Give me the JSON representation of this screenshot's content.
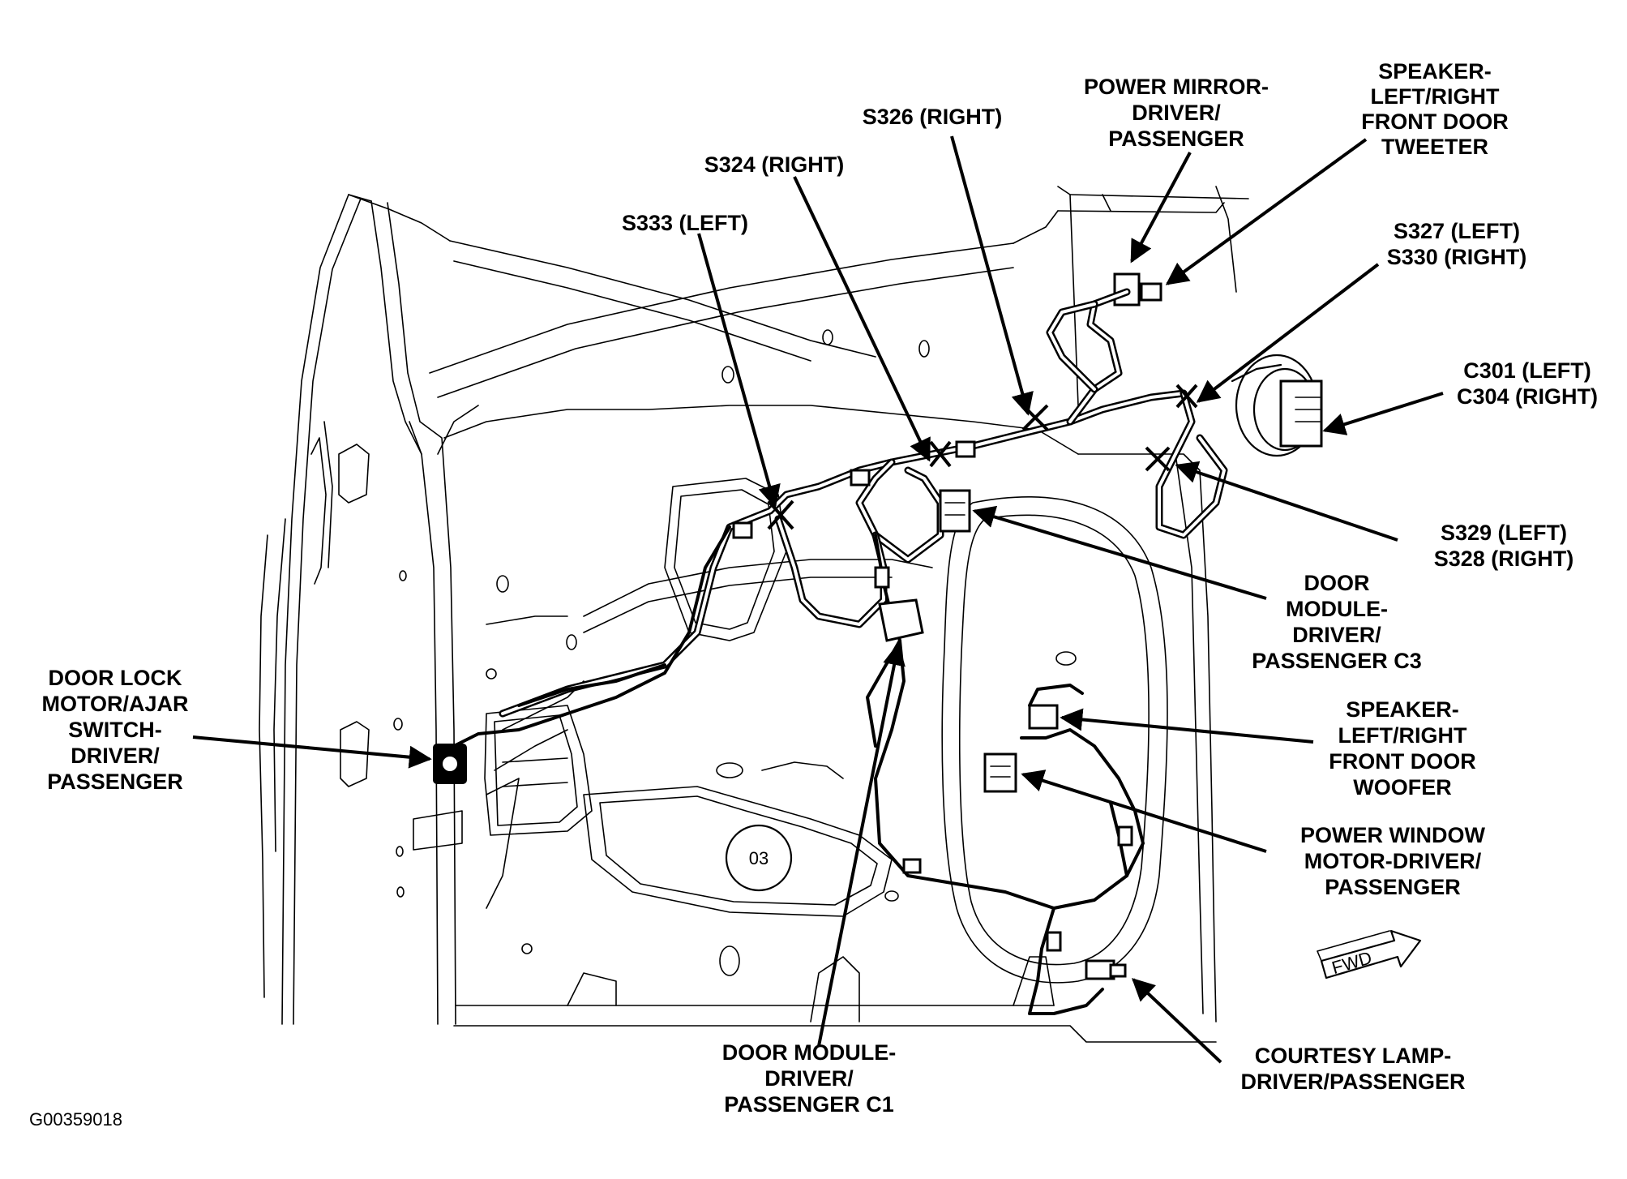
{
  "labels": {
    "s326_right": "S326 (RIGHT)",
    "s324_right": "S324 (RIGHT)",
    "s333_left": "S333 (LEFT)",
    "power_mirror": [
      "POWER MIRROR-",
      "DRIVER/",
      "PASSENGER"
    ],
    "speaker_tweeter": [
      "SPEAKER-",
      "LEFT/RIGHT",
      "FRONT DOOR",
      "TWEETER"
    ],
    "s327_s330": [
      "S327 (LEFT)",
      "S330 (RIGHT)"
    ],
    "c301_c304": [
      "C301 (LEFT)",
      "C304 (RIGHT)"
    ],
    "s329_s328": [
      "S329 (LEFT)",
      "S328 (RIGHT)"
    ],
    "door_module_c3": [
      "DOOR",
      "MODULE-",
      "DRIVER/",
      "PASSENGER C3"
    ],
    "door_lock": [
      "DOOR LOCK",
      "MOTOR/AJAR",
      "SWITCH-",
      "DRIVER/",
      "PASSENGER"
    ],
    "speaker_woofer": [
      "SPEAKER-",
      "LEFT/RIGHT",
      "FRONT DOOR",
      "WOOFER"
    ],
    "power_window": [
      "POWER WINDOW",
      "MOTOR-DRIVER/",
      "PASSENGER"
    ],
    "door_module_c1": [
      "DOOR MODULE-",
      "DRIVER/",
      "PASSENGER C1"
    ],
    "courtesy_lamp": [
      "COURTESY LAMP-",
      "DRIVER/PASSENGER"
    ]
  },
  "figure_id": "G00359018",
  "panel_stamp": "03",
  "fwd_arrow": "FWD",
  "icons": [
    "fwd-arrow-icon"
  ]
}
